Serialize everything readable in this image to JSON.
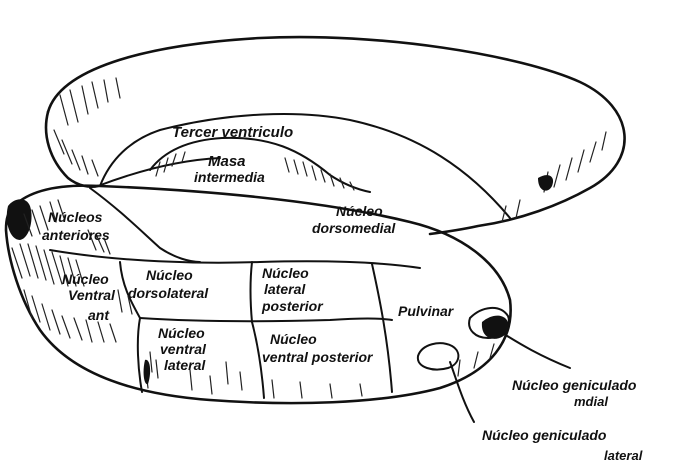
{
  "labels": {
    "tercer_ventriculo": "Tercer ventriculo",
    "masa_l1": "Masa",
    "masa_l2": "intermedia",
    "anteriores_l1": "Núcleos",
    "anteriores_l2": "anteriores",
    "dorsomedial_l1": "Núcleo",
    "dorsomedial_l2": "dorsomedial",
    "ventral_ant_l1": "Núcleo",
    "ventral_ant_l2": "Ventral",
    "ventral_ant_l3": "ant",
    "dorsolateral_l1": "Núcleo",
    "dorsolateral_l2": "dorsolateral",
    "lat_post_l1": "Núcleo",
    "lat_post_l2": "lateral",
    "lat_post_l3": "posterior",
    "pulvinar": "Pulvinar",
    "ventral_lat_l1": "Núcleo",
    "ventral_lat_l2": "ventral",
    "ventral_lat_l3": "lateral",
    "ventral_post_l1": "Núcleo",
    "ventral_post_l2": "ventral posterior",
    "gen_medial_l1": "Núcleo geniculado",
    "gen_medial_l2": "mdial",
    "gen_lateral_l1": "Núcleo geniculado",
    "gen_lateral_l2": "lateral"
  }
}
